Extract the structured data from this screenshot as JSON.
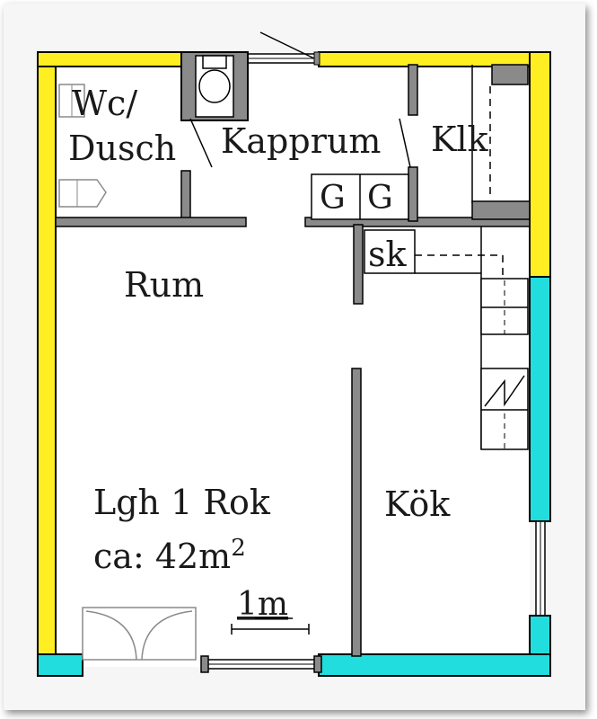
{
  "rooms": {
    "wc": "Wc/",
    "dusch": "Dusch",
    "kapprum": "Kapprum",
    "klk": "Klk",
    "rum": "Rum",
    "kok": "Kök"
  },
  "fixtures": {
    "g1": "G",
    "g2": "G",
    "sk": "sk"
  },
  "info": {
    "title": "Lgh 1 Rok",
    "area_prefix": "ca: 42m",
    "area_exponent": "2"
  },
  "scale": {
    "label": "1m"
  },
  "colors": {
    "wall_yellow": "#ffee22",
    "wall_cyan": "#22dddd",
    "wall_grey": "#8a8a8a",
    "wall_outline": "#000000",
    "floor": "#ffffff"
  }
}
